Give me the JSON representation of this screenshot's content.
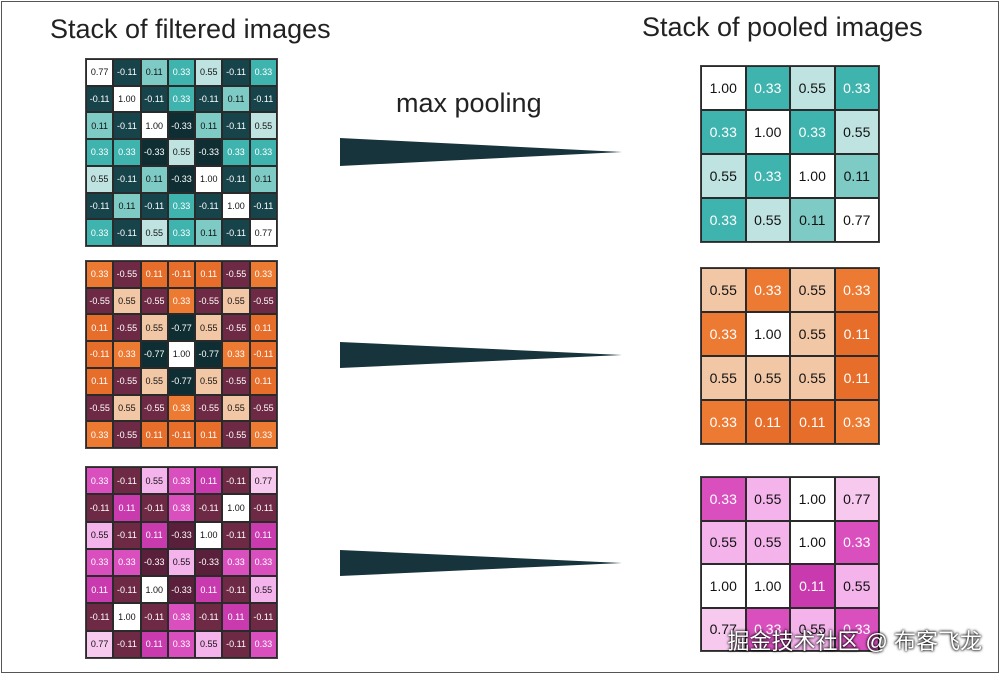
{
  "titles": {
    "filtered": "Stack of filtered images",
    "pooled": "Stack of pooled images",
    "operation": "max pooling"
  },
  "watermark": "掘金技术社区 @ 布客飞龙",
  "colors": {
    "teal": {
      "1.00": "#ffffff",
      "0.77": "#ffffff",
      "0.55": "#bfe3e1",
      "0.33": "#3fb3ad",
      "0.11": "#7ecbc6",
      "-0.11": "#17444a",
      "-0.33": "#0f2e33",
      "-0.55": "#16404a",
      "-0.77": "#0f2e33"
    },
    "orange": {
      "1.00": "#ffffff",
      "0.77": "#ffffff",
      "0.55": "#f2c7a6",
      "0.33": "#ec7a33",
      "0.11": "#e66d2a",
      "-0.11": "#e66d2a",
      "-0.33": "#6e2a3d",
      "-0.55": "#6e2a44",
      "-0.77": "#0f2e33"
    },
    "magenta": {
      "1.00": "#ffffff",
      "0.77": "#f7c9ef",
      "0.55": "#f5b3ec",
      "0.33": "#d94fbe",
      "0.11": "#c93aae",
      "-0.11": "#6e2a44",
      "-0.33": "#5a1f3a",
      "-0.55": "#6e2a44",
      "-0.77": "#0f2e33"
    }
  },
  "filtered": [
    {
      "scheme": "teal",
      "cells": [
        [
          "0.77",
          "-0.11",
          "0.11",
          "0.33",
          "0.55",
          "-0.11",
          "0.33"
        ],
        [
          "-0.11",
          "1.00",
          "-0.11",
          "0.33",
          "-0.11",
          "0.11",
          "-0.11"
        ],
        [
          "0.11",
          "-0.11",
          "1.00",
          "-0.33",
          "0.11",
          "-0.11",
          "0.55"
        ],
        [
          "0.33",
          "0.33",
          "-0.33",
          "0.55",
          "-0.33",
          "0.33",
          "0.33"
        ],
        [
          "0.55",
          "-0.11",
          "0.11",
          "-0.33",
          "1.00",
          "-0.11",
          "0.11"
        ],
        [
          "-0.11",
          "0.11",
          "-0.11",
          "0.33",
          "-0.11",
          "1.00",
          "-0.11"
        ],
        [
          "0.33",
          "-0.11",
          "0.55",
          "0.33",
          "0.11",
          "-0.11",
          "0.77"
        ]
      ]
    },
    {
      "scheme": "orange",
      "cells": [
        [
          "0.33",
          "-0.55",
          "0.11",
          "-0.11",
          "0.11",
          "-0.55",
          "0.33"
        ],
        [
          "-0.55",
          "0.55",
          "-0.55",
          "0.33",
          "-0.55",
          "0.55",
          "-0.55"
        ],
        [
          "0.11",
          "-0.55",
          "0.55",
          "-0.77",
          "0.55",
          "-0.55",
          "0.11"
        ],
        [
          "-0.11",
          "0.33",
          "-0.77",
          "1.00",
          "-0.77",
          "0.33",
          "-0.11"
        ],
        [
          "0.11",
          "-0.55",
          "0.55",
          "-0.77",
          "0.55",
          "-0.55",
          "0.11"
        ],
        [
          "-0.55",
          "0.55",
          "-0.55",
          "0.33",
          "-0.55",
          "0.55",
          "-0.55"
        ],
        [
          "0.33",
          "-0.55",
          "0.11",
          "-0.11",
          "0.11",
          "-0.55",
          "0.33"
        ]
      ]
    },
    {
      "scheme": "magenta",
      "cells": [
        [
          "0.33",
          "-0.11",
          "0.55",
          "0.33",
          "0.11",
          "-0.11",
          "0.77"
        ],
        [
          "-0.11",
          "0.11",
          "-0.11",
          "0.33",
          "-0.11",
          "1.00",
          "-0.11"
        ],
        [
          "0.55",
          "-0.11",
          "0.11",
          "-0.33",
          "1.00",
          "-0.11",
          "0.11"
        ],
        [
          "0.33",
          "0.33",
          "-0.33",
          "0.55",
          "-0.33",
          "0.33",
          "0.33"
        ],
        [
          "0.11",
          "-0.11",
          "1.00",
          "-0.33",
          "0.11",
          "-0.11",
          "0.55"
        ],
        [
          "-0.11",
          "1.00",
          "-0.11",
          "0.33",
          "-0.11",
          "0.11",
          "-0.11"
        ],
        [
          "0.77",
          "-0.11",
          "0.11",
          "0.33",
          "0.55",
          "-0.11",
          "0.33"
        ]
      ]
    }
  ],
  "pooled": [
    {
      "scheme": "teal",
      "cells": [
        [
          "1.00",
          "0.33",
          "0.55",
          "0.33"
        ],
        [
          "0.33",
          "1.00",
          "0.33",
          "0.55"
        ],
        [
          "0.55",
          "0.33",
          "1.00",
          "0.11"
        ],
        [
          "0.33",
          "0.55",
          "0.11",
          "0.77"
        ]
      ]
    },
    {
      "scheme": "orange",
      "cells": [
        [
          "0.55",
          "0.33",
          "0.55",
          "0.33"
        ],
        [
          "0.33",
          "1.00",
          "0.55",
          "0.11"
        ],
        [
          "0.55",
          "0.55",
          "0.55",
          "0.11"
        ],
        [
          "0.33",
          "0.11",
          "0.11",
          "0.33"
        ]
      ]
    },
    {
      "scheme": "magenta",
      "cells": [
        [
          "0.33",
          "0.55",
          "1.00",
          "0.77"
        ],
        [
          "0.55",
          "0.55",
          "1.00",
          "0.33"
        ],
        [
          "1.00",
          "1.00",
          "0.11",
          "0.55"
        ],
        [
          "0.77",
          "0.33",
          "0.55",
          "0.33"
        ]
      ]
    }
  ]
}
